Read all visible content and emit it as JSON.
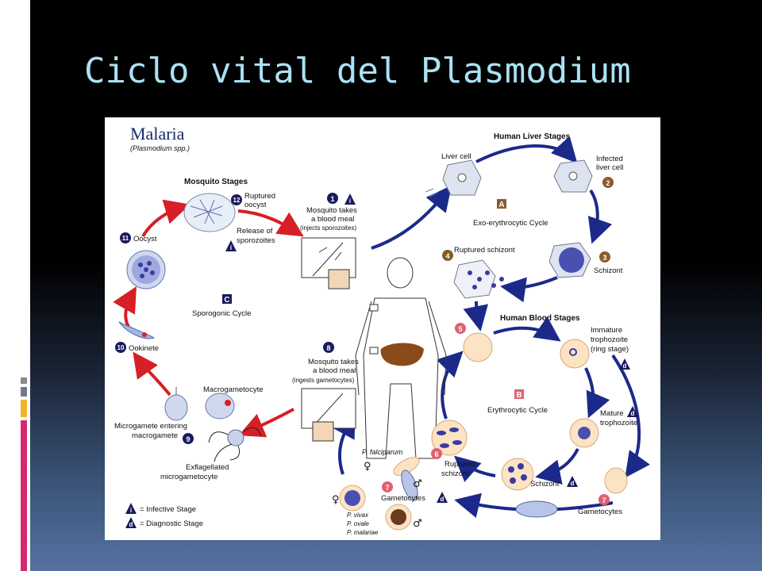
{
  "slide": {
    "title": "Ciclo vital del Plasmodium",
    "colors": {
      "title": "#a9e2f3",
      "deco_gray": "#8a8a8a",
      "deco_orange": "#f0b429",
      "deco_magenta": "#d6286e"
    }
  },
  "diagram": {
    "heading": "Malaria",
    "subheading": "(Plasmodium spp.)",
    "sections": {
      "mosquito": "Mosquito Stages",
      "liver": "Human Liver Stages",
      "blood": "Human Blood Stages"
    },
    "cycles": {
      "exo": {
        "marker": "A",
        "label": "Exo-erythrocytic Cycle"
      },
      "ery": {
        "marker": "B",
        "label": "Erythrocytic Cycle"
      },
      "spo": {
        "marker": "C",
        "label": "Sporogonic Cycle"
      }
    },
    "steps": {
      "s1": {
        "num": "1",
        "line1": "Mosquito takes",
        "line2": "a blood meal",
        "line3": "(injects sporozoites)"
      },
      "s2": {
        "num": "2",
        "label": "Infected",
        "label2": "liver cell"
      },
      "liver_cell": "Liver cell",
      "s3": {
        "num": "3",
        "label": "Schizont"
      },
      "s4": {
        "num": "4",
        "label": "Ruptured schizont"
      },
      "s5": {
        "num": "5"
      },
      "ring": {
        "line1": "Immature",
        "line2": "trophozoite",
        "line3": "(ring stage)"
      },
      "mature": {
        "line1": "Mature",
        "line2": "trophozoite"
      },
      "schizont": "Schizont",
      "s6": {
        "num": "6",
        "line1": "Ruptured",
        "line2": "schizont"
      },
      "s7a": {
        "num": "7",
        "label": "Gametocytes"
      },
      "s7b": {
        "num": "7",
        "label": "Gametocytes"
      },
      "s8": {
        "num": "8",
        "line1": "Mosquito takes",
        "line2": "a blood meal",
        "line3": "(ingests gametocytes)"
      },
      "s9": {
        "num": "9",
        "line1": "Microgamete entering",
        "line2": "macrogamete"
      },
      "macro": "Macrogametocyte",
      "exfl": {
        "line1": "Exflagellated",
        "line2": "microgametocyte"
      },
      "s10": {
        "num": "10",
        "label": "Ookinete"
      },
      "s11": {
        "num": "11",
        "label": "Oocyst"
      },
      "s12": {
        "num": "12",
        "line1": "Ruptured",
        "line2": "oocyst"
      },
      "release": {
        "line1": "Release of",
        "line2": "sporozoites"
      }
    },
    "species": {
      "falciparum": "P. falciparum",
      "others": [
        "P. vivax",
        "P. ovale",
        "P. malariae"
      ]
    },
    "symbols": {
      "female": "♀",
      "male": "♂"
    },
    "badges": {
      "i": "i",
      "d": "d"
    },
    "legend": {
      "infective": "= Infective Stage",
      "diagnostic": "= Diagnostic Stage"
    },
    "colors": {
      "blue_arrow": "#1b2a8a",
      "red_arrow": "#d61f26",
      "num_dark": "#1a1a5e",
      "num_red": "#e06070",
      "num_brown": "#8b5a2b",
      "liver": "#8b4a1a",
      "parasite": "#3a3aa0"
    }
  }
}
